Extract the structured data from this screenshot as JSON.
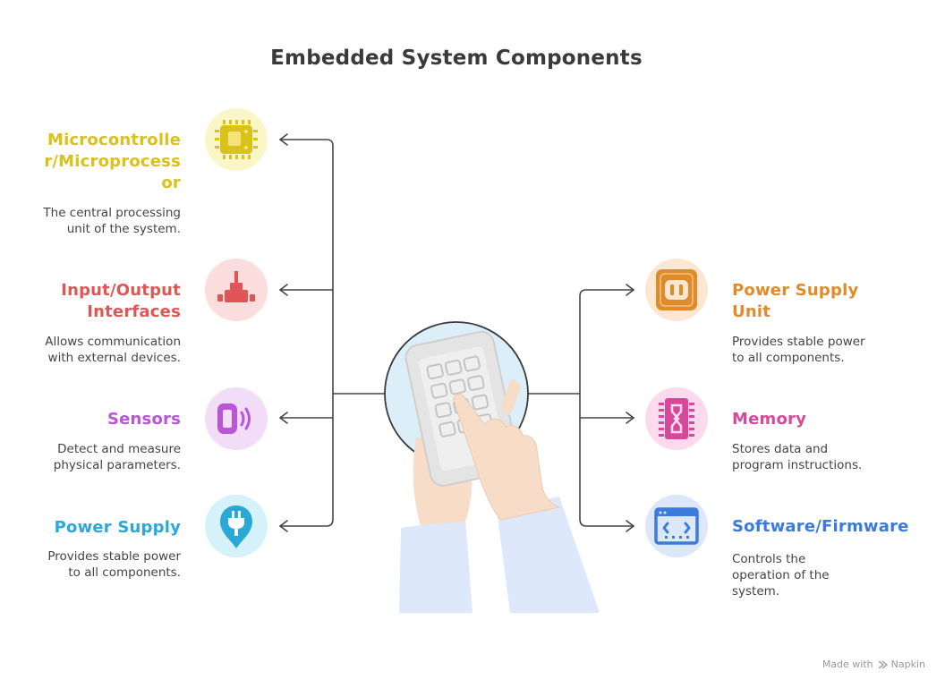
{
  "title": "Embedded System Components",
  "colors": {
    "microcontroller": "#D9C21A",
    "io": "#E05555",
    "sensors": "#B855D9",
    "power_supply": "#2AA8D8",
    "power_supply_unit": "#E08A2A",
    "memory": "#D8489A",
    "software": "#3B7BD9",
    "connector": "#444444"
  },
  "left_items": [
    {
      "heading_lines": [
        "Microcontrolle",
        "r/Microprocess",
        "or"
      ],
      "description_lines": [
        "The central processing",
        "unit of the system."
      ],
      "icon": "chip-board-icon"
    },
    {
      "heading_lines": [
        "Input/Output",
        "Interfaces"
      ],
      "description_lines": [
        "Allows communication",
        "with external devices."
      ],
      "icon": "network-port-icon"
    },
    {
      "heading_lines": [
        "Sensors"
      ],
      "description_lines": [
        "Detect and measure",
        "physical parameters."
      ],
      "icon": "sensor-signal-icon"
    },
    {
      "heading_lines": [
        "Power Supply"
      ],
      "description_lines": [
        "Provides stable power",
        "to all components."
      ],
      "icon": "power-plug-icon"
    }
  ],
  "right_items": [
    {
      "heading_lines": [
        "Power Supply",
        "Unit"
      ],
      "description_lines": [
        "Provides stable power",
        "to all components."
      ],
      "icon": "power-outlet-icon"
    },
    {
      "heading_lines": [
        "Memory"
      ],
      "description_lines": [
        "Stores data and",
        "program instructions."
      ],
      "icon": "memory-chip-icon"
    },
    {
      "heading_lines": [
        "Software/Firmware"
      ],
      "description_lines": [
        "Controls the",
        "operation of the",
        "system."
      ],
      "icon": "code-window-icon"
    }
  ],
  "footer": {
    "made_with": "Made with",
    "brand": "Napkin"
  }
}
